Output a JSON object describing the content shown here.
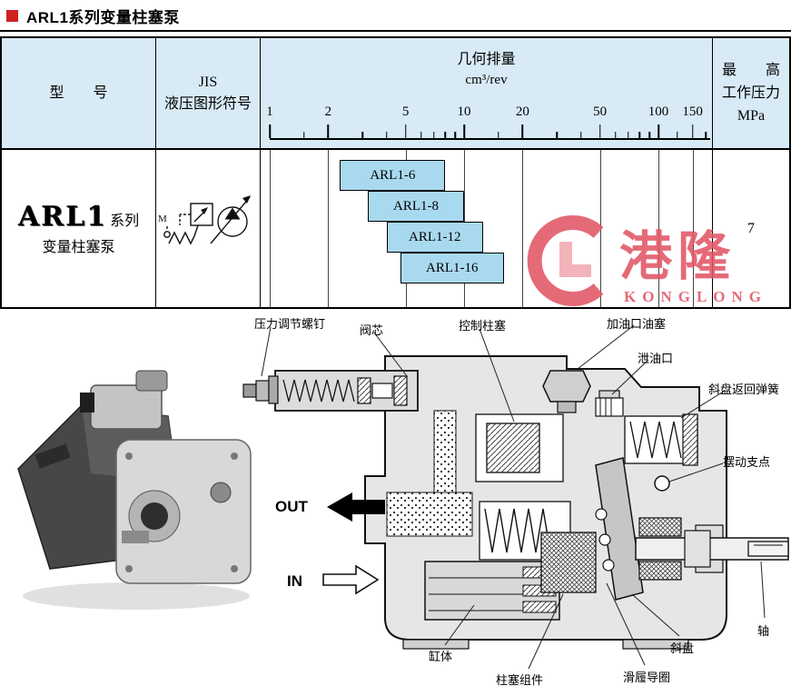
{
  "page": {
    "title": "ARL1系列变量柱塞泵"
  },
  "table": {
    "headers": {
      "model": "型　　号",
      "jis_line1": "JIS",
      "jis_line2": "液压图形符号",
      "displacement_title": "几何排量",
      "displacement_unit": "cm³/rev",
      "pressure_line1": "最　　高",
      "pressure_line2": "工作压力",
      "pressure_line3": "MPa"
    },
    "row": {
      "series_logo": "ARL1",
      "series_suffix": "系列",
      "series_name": "变量柱塞泵",
      "jis_motor_label": "M",
      "max_pressure": "7"
    }
  },
  "chart_data": {
    "type": "bar",
    "subtype": "horizontal-range-bars",
    "x_scale": "log",
    "x_ticks": [
      1,
      2,
      5,
      10,
      20,
      50,
      100,
      150
    ],
    "x_minor_ticks": [
      1.5,
      3,
      4,
      6,
      7,
      8,
      9,
      15,
      30,
      40,
      60,
      70,
      80,
      90,
      125,
      175
    ],
    "x_range": [
      1,
      185
    ],
    "xlabel": "几何排量 (cm³/rev)",
    "series": [
      {
        "name": "ARL1-6",
        "min": 2.3,
        "max": 8
      },
      {
        "name": "ARL1-8",
        "min": 3.2,
        "max": 10
      },
      {
        "name": "ARL1-12",
        "min": 4.0,
        "max": 12.5
      },
      {
        "name": "ARL1-16",
        "min": 4.7,
        "max": 16
      }
    ],
    "bar_color": "#a9d9ef",
    "max_pressure_mpa": 7
  },
  "watermark": {
    "cn": "港隆",
    "en": "KONGLONG",
    "color": "#e25666"
  },
  "diagram": {
    "out": "OUT",
    "in": "IN",
    "labels": {
      "pressure_screw": "压力调节螺钉",
      "valve_core": "阀芯",
      "control_piston": "控制柱塞",
      "oil_filler_plug": "加油口油塞",
      "drain_port": "泄油口",
      "swash_return_spring": "斜盘返回弹簧",
      "swing_pivot": "摆动支点",
      "cylinder_block": "缸体",
      "piston_assembly": "柱塞组件",
      "slipper_guide_ring": "滑履导圈",
      "swash_plate": "斜盘",
      "shaft": "轴"
    }
  }
}
